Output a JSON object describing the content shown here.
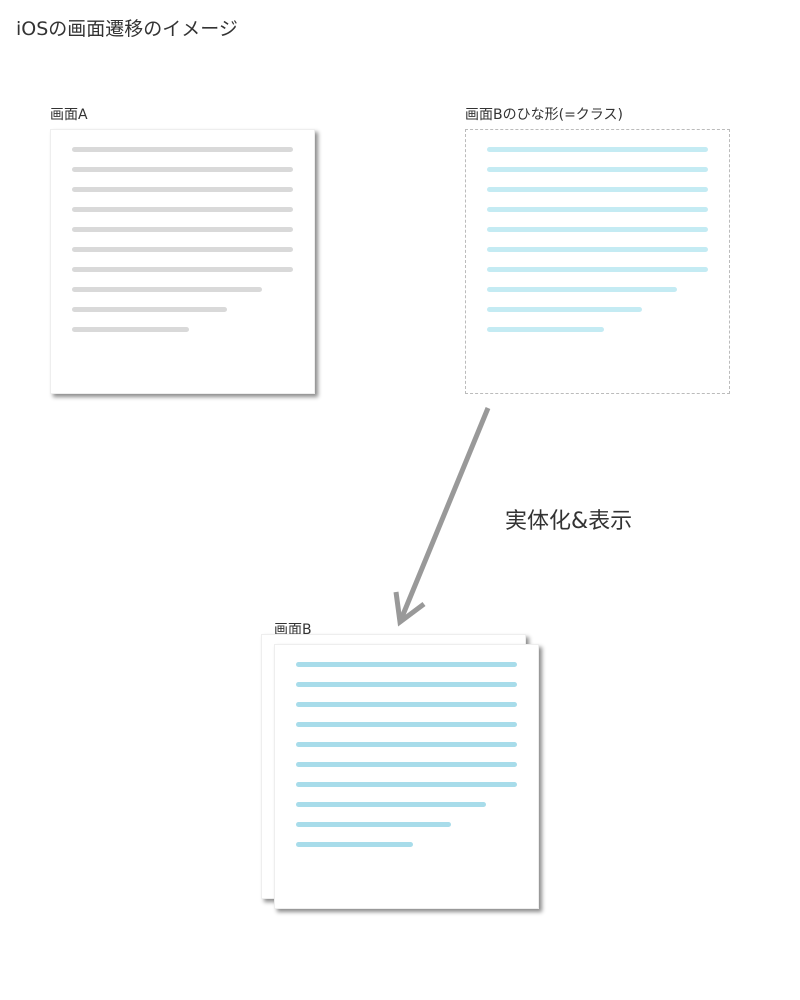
{
  "title": "iOSの画面遷移のイメージ",
  "screen_a": {
    "label": "画面A",
    "line_color": "#d9d9d9"
  },
  "screen_b_template": {
    "label": "画面Bのひな形(=クラス)",
    "line_color": "#c4ebf3"
  },
  "screen_b": {
    "label": "画面B",
    "line_color": "#a8dcea"
  },
  "arrow": {
    "label": "実体化&表示",
    "color": "#999999"
  },
  "line_length_fractions": [
    1,
    1,
    1,
    1,
    1,
    1,
    1,
    0.86,
    0.7,
    0.53
  ]
}
